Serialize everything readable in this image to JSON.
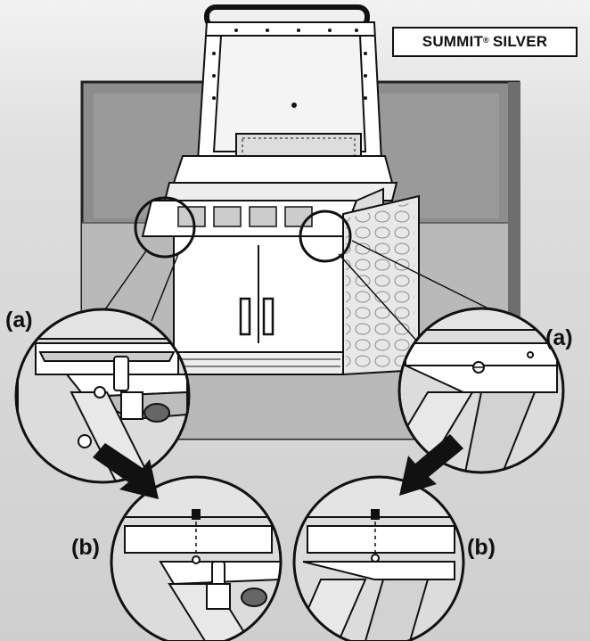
{
  "brand": {
    "name": "SUMMIT",
    "reg_mark": "®",
    "model": "SILVER"
  },
  "callouts": {
    "a": "(a)",
    "b": "(b)"
  },
  "colors": {
    "wall_dark": "#8d8d8d",
    "wall_light": "#c9c9c9",
    "ink": "#111111",
    "panel": "#ffffff"
  }
}
